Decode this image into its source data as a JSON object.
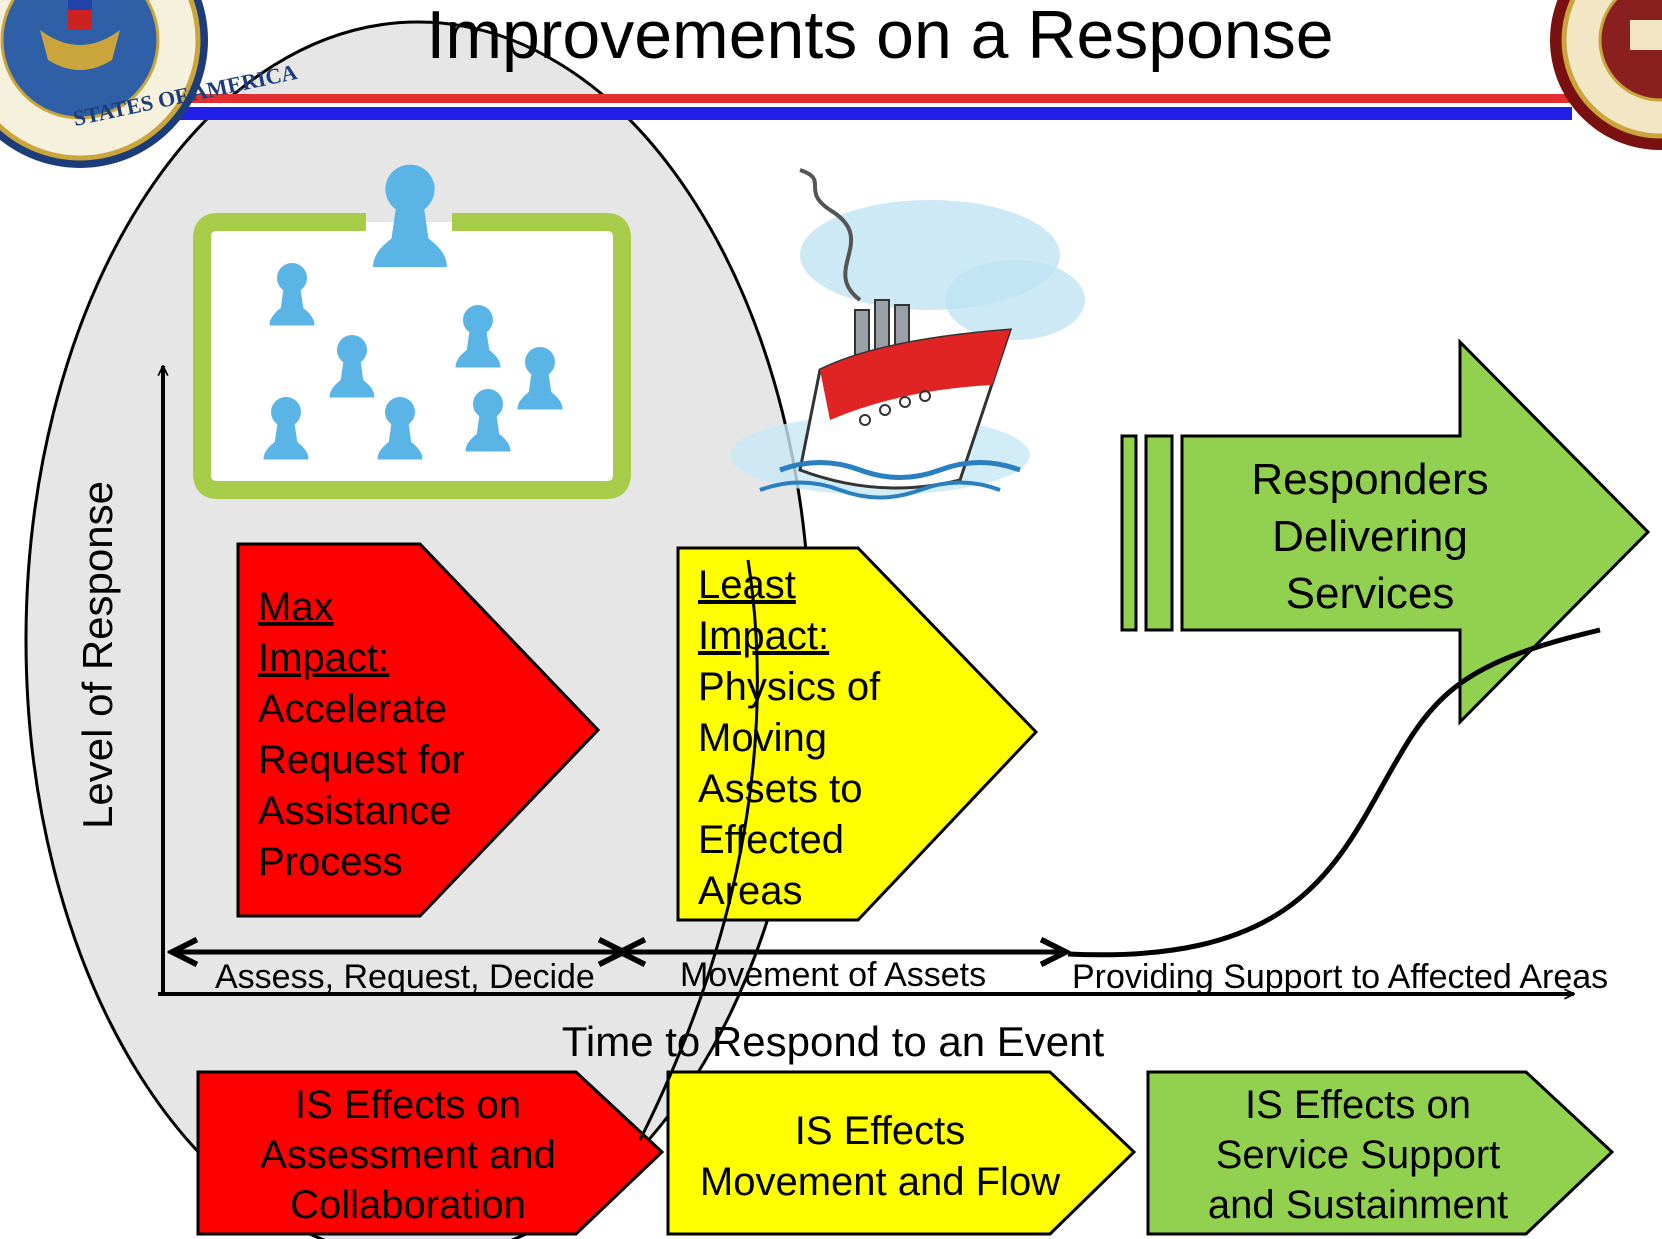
{
  "title": "Improvements on a Response",
  "colors": {
    "red": "#ff0000",
    "yellow": "#ffff00",
    "green": "#92d050",
    "blue_rule": "#1f1fe6",
    "red_rule": "#e03030",
    "oval_fill": "#e6e6e6",
    "people_blue": "#5ab4e6",
    "frame_green": "#a6cc4a"
  },
  "axes": {
    "y_label": "Level of Response",
    "x_label": "Time to Respond to an Event"
  },
  "phases": [
    {
      "label": "Assess, Request, Decide"
    },
    {
      "label": "Movement of Assets"
    },
    {
      "label": "Providing Support to Affected Areas"
    }
  ],
  "impact_boxes": {
    "max": {
      "heading_lines": [
        "Max",
        "Impact:"
      ],
      "body_lines": [
        "Accelerate",
        "Request for",
        "Assistance",
        "Process"
      ]
    },
    "least": {
      "heading_lines": [
        "Least",
        "Impact:"
      ],
      "body_lines": [
        "Physics of",
        "Moving",
        "Assets to",
        "Effected",
        "Areas"
      ]
    }
  },
  "responders_arrow": {
    "lines": [
      "Responders",
      "Delivering",
      "Services"
    ]
  },
  "effects": [
    {
      "lines": [
        "IS Effects on",
        "Assessment  and",
        "Collaboration"
      ]
    },
    {
      "lines": [
        "IS Effects",
        "Movement and Flow"
      ]
    },
    {
      "lines": [
        "IS Effects on",
        "Service Support",
        "and Sustainment"
      ]
    }
  ],
  "icons": {
    "left_seal": "department-seal-icon",
    "right_seal": "network-seal-icon",
    "people_group": "collaboration-group-icon",
    "ship": "ship-icon"
  }
}
